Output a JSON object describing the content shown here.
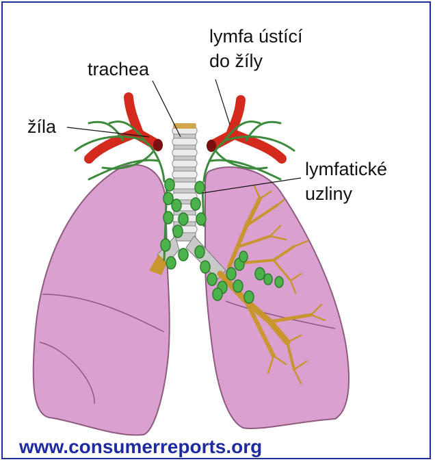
{
  "labels": {
    "vein": "žíla",
    "trachea": "trachea",
    "lymph_to_vein_line1": "lymfa ústící",
    "lymph_to_vein_line2": "do žíly",
    "lymph_nodes_line1": "lymfatické",
    "lymph_nodes_line2": "uzliny"
  },
  "source": "www.consumerreports.org",
  "colors": {
    "frame": "#1f2f9a",
    "lung": "#d9a0d0",
    "lung_outline": "#8e5a7d",
    "trachea": "#c9c9c9",
    "bronchi": "#c8952f",
    "vein": "#d42a1e",
    "lymph_vessel": "#3c8a3c",
    "lymph_node": "#4cb34c",
    "source_text": "#1e2aa0"
  }
}
